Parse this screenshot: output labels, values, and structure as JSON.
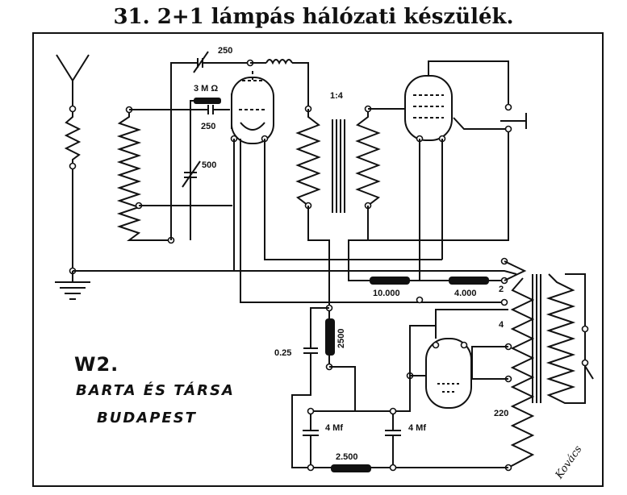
{
  "title": "31. 2+1 lámpás hálózati készülék.",
  "model": "W2.",
  "company": "BARTA ÉS TÁRSA",
  "city": "BUDAPEST",
  "signature": "Kovács",
  "labels": {
    "c_250_top": "250",
    "grid_res": "3 M Ω",
    "c_250_grid": "250",
    "c_500": "500",
    "transformer_ratio": "1:4",
    "r_10000": "10.000",
    "r_4000": "4.000",
    "c_025": "0.25",
    "r_2500_v": "2500",
    "tap_2": "2",
    "tap_4": "4",
    "r_220": "220",
    "c_4mf_a": "4 Mf",
    "c_4mf_b": "4 Mf",
    "r_2500_h": "2.500"
  }
}
